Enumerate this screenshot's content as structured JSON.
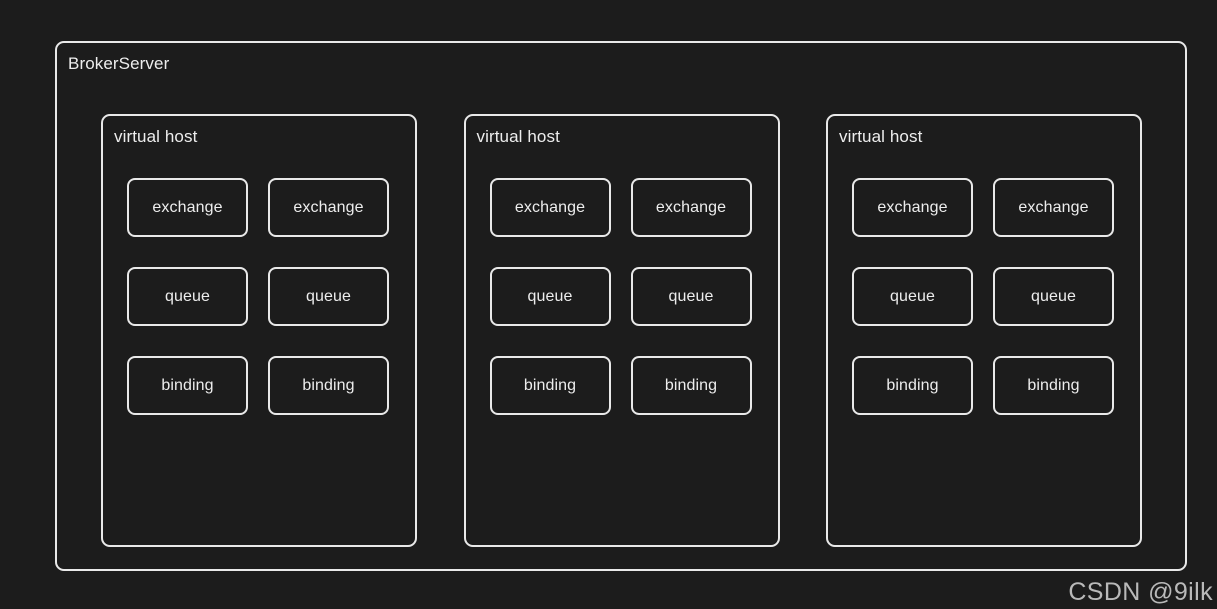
{
  "diagram": {
    "type": "nested-block-diagram",
    "background_color": "#1c1c1c",
    "line_color": "#e9e9e9",
    "text_color": "#ededed",
    "broker": {
      "title": "BrokerServer"
    },
    "virtual_hosts": [
      {
        "title": "virtual host",
        "rows": [
          {
            "nodes": [
              {
                "label": "exchange"
              },
              {
                "label": "exchange"
              }
            ]
          },
          {
            "nodes": [
              {
                "label": "queue"
              },
              {
                "label": "queue"
              }
            ]
          },
          {
            "nodes": [
              {
                "label": "binding"
              },
              {
                "label": "binding"
              }
            ]
          }
        ]
      },
      {
        "title": "virtual host",
        "rows": [
          {
            "nodes": [
              {
                "label": "exchange"
              },
              {
                "label": "exchange"
              }
            ]
          },
          {
            "nodes": [
              {
                "label": "queue"
              },
              {
                "label": "queue"
              }
            ]
          },
          {
            "nodes": [
              {
                "label": "binding"
              },
              {
                "label": "binding"
              }
            ]
          }
        ]
      },
      {
        "title": "virtual host",
        "rows": [
          {
            "nodes": [
              {
                "label": "exchange"
              },
              {
                "label": "exchange"
              }
            ]
          },
          {
            "nodes": [
              {
                "label": "queue"
              },
              {
                "label": "queue"
              }
            ]
          },
          {
            "nodes": [
              {
                "label": "binding"
              },
              {
                "label": "binding"
              }
            ]
          }
        ]
      }
    ]
  },
  "watermark": {
    "text": "CSDN @9ilk"
  }
}
